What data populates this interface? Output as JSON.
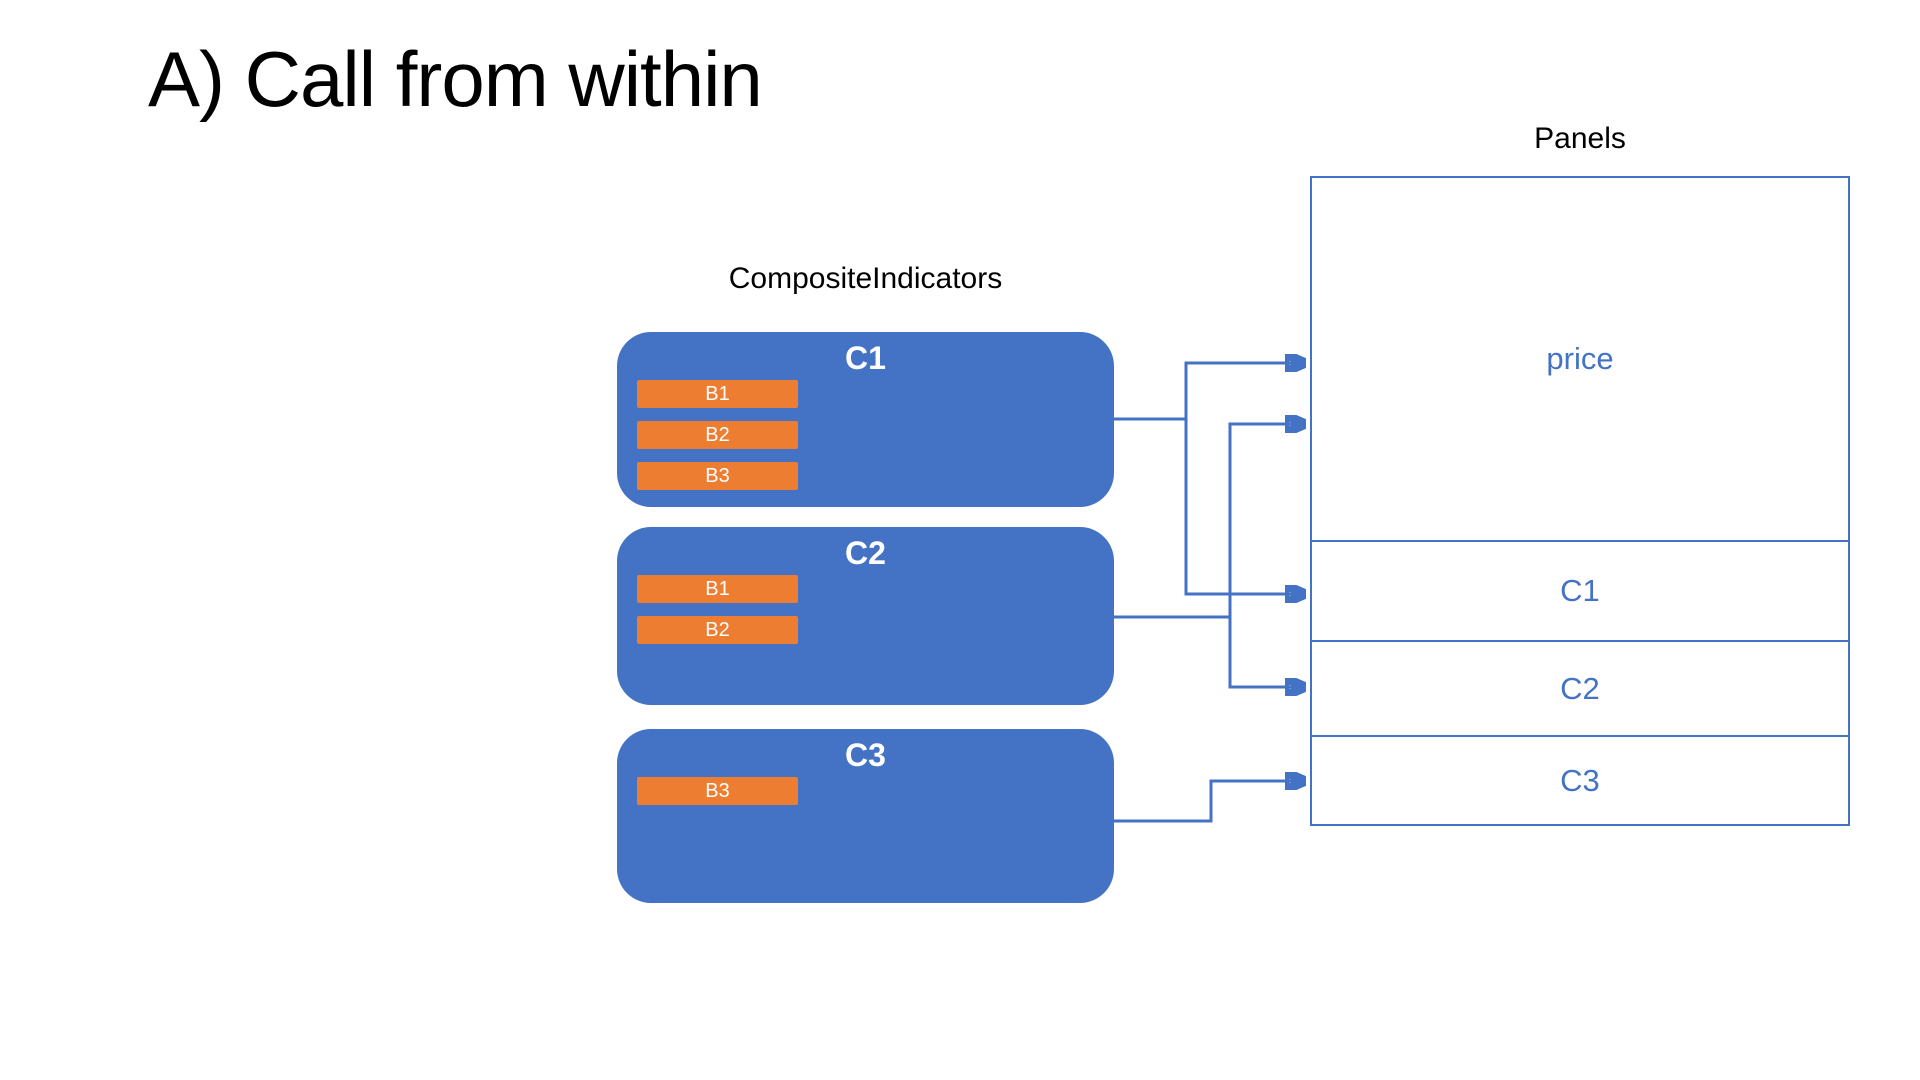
{
  "title": "A) Call from within",
  "composite_indicators": {
    "label": "CompositeIndicators",
    "boxes": [
      {
        "name": "C1",
        "bars": [
          "B1",
          "B2",
          "B3"
        ]
      },
      {
        "name": "C2",
        "bars": [
          "B1",
          "B2"
        ]
      },
      {
        "name": "C3",
        "bars": [
          "B3"
        ]
      }
    ]
  },
  "panels": {
    "label": "Panels",
    "sections": [
      {
        "label": "price"
      },
      {
        "label": "C1"
      },
      {
        "label": "C2"
      },
      {
        "label": "C3"
      }
    ]
  },
  "connections": [
    {
      "from": "C1",
      "to": "price"
    },
    {
      "from": "C1",
      "to": "C1"
    },
    {
      "from": "C2",
      "to": "price"
    },
    {
      "from": "C2",
      "to": "C2"
    },
    {
      "from": "C3",
      "to": "C3"
    }
  ],
  "colors": {
    "box_fill": "#4472C4",
    "bar_fill": "#ED7D31",
    "connector": "#4472C4",
    "panel_border": "#4472C4",
    "panel_text": "#4472C4",
    "title_text": "#000000"
  }
}
